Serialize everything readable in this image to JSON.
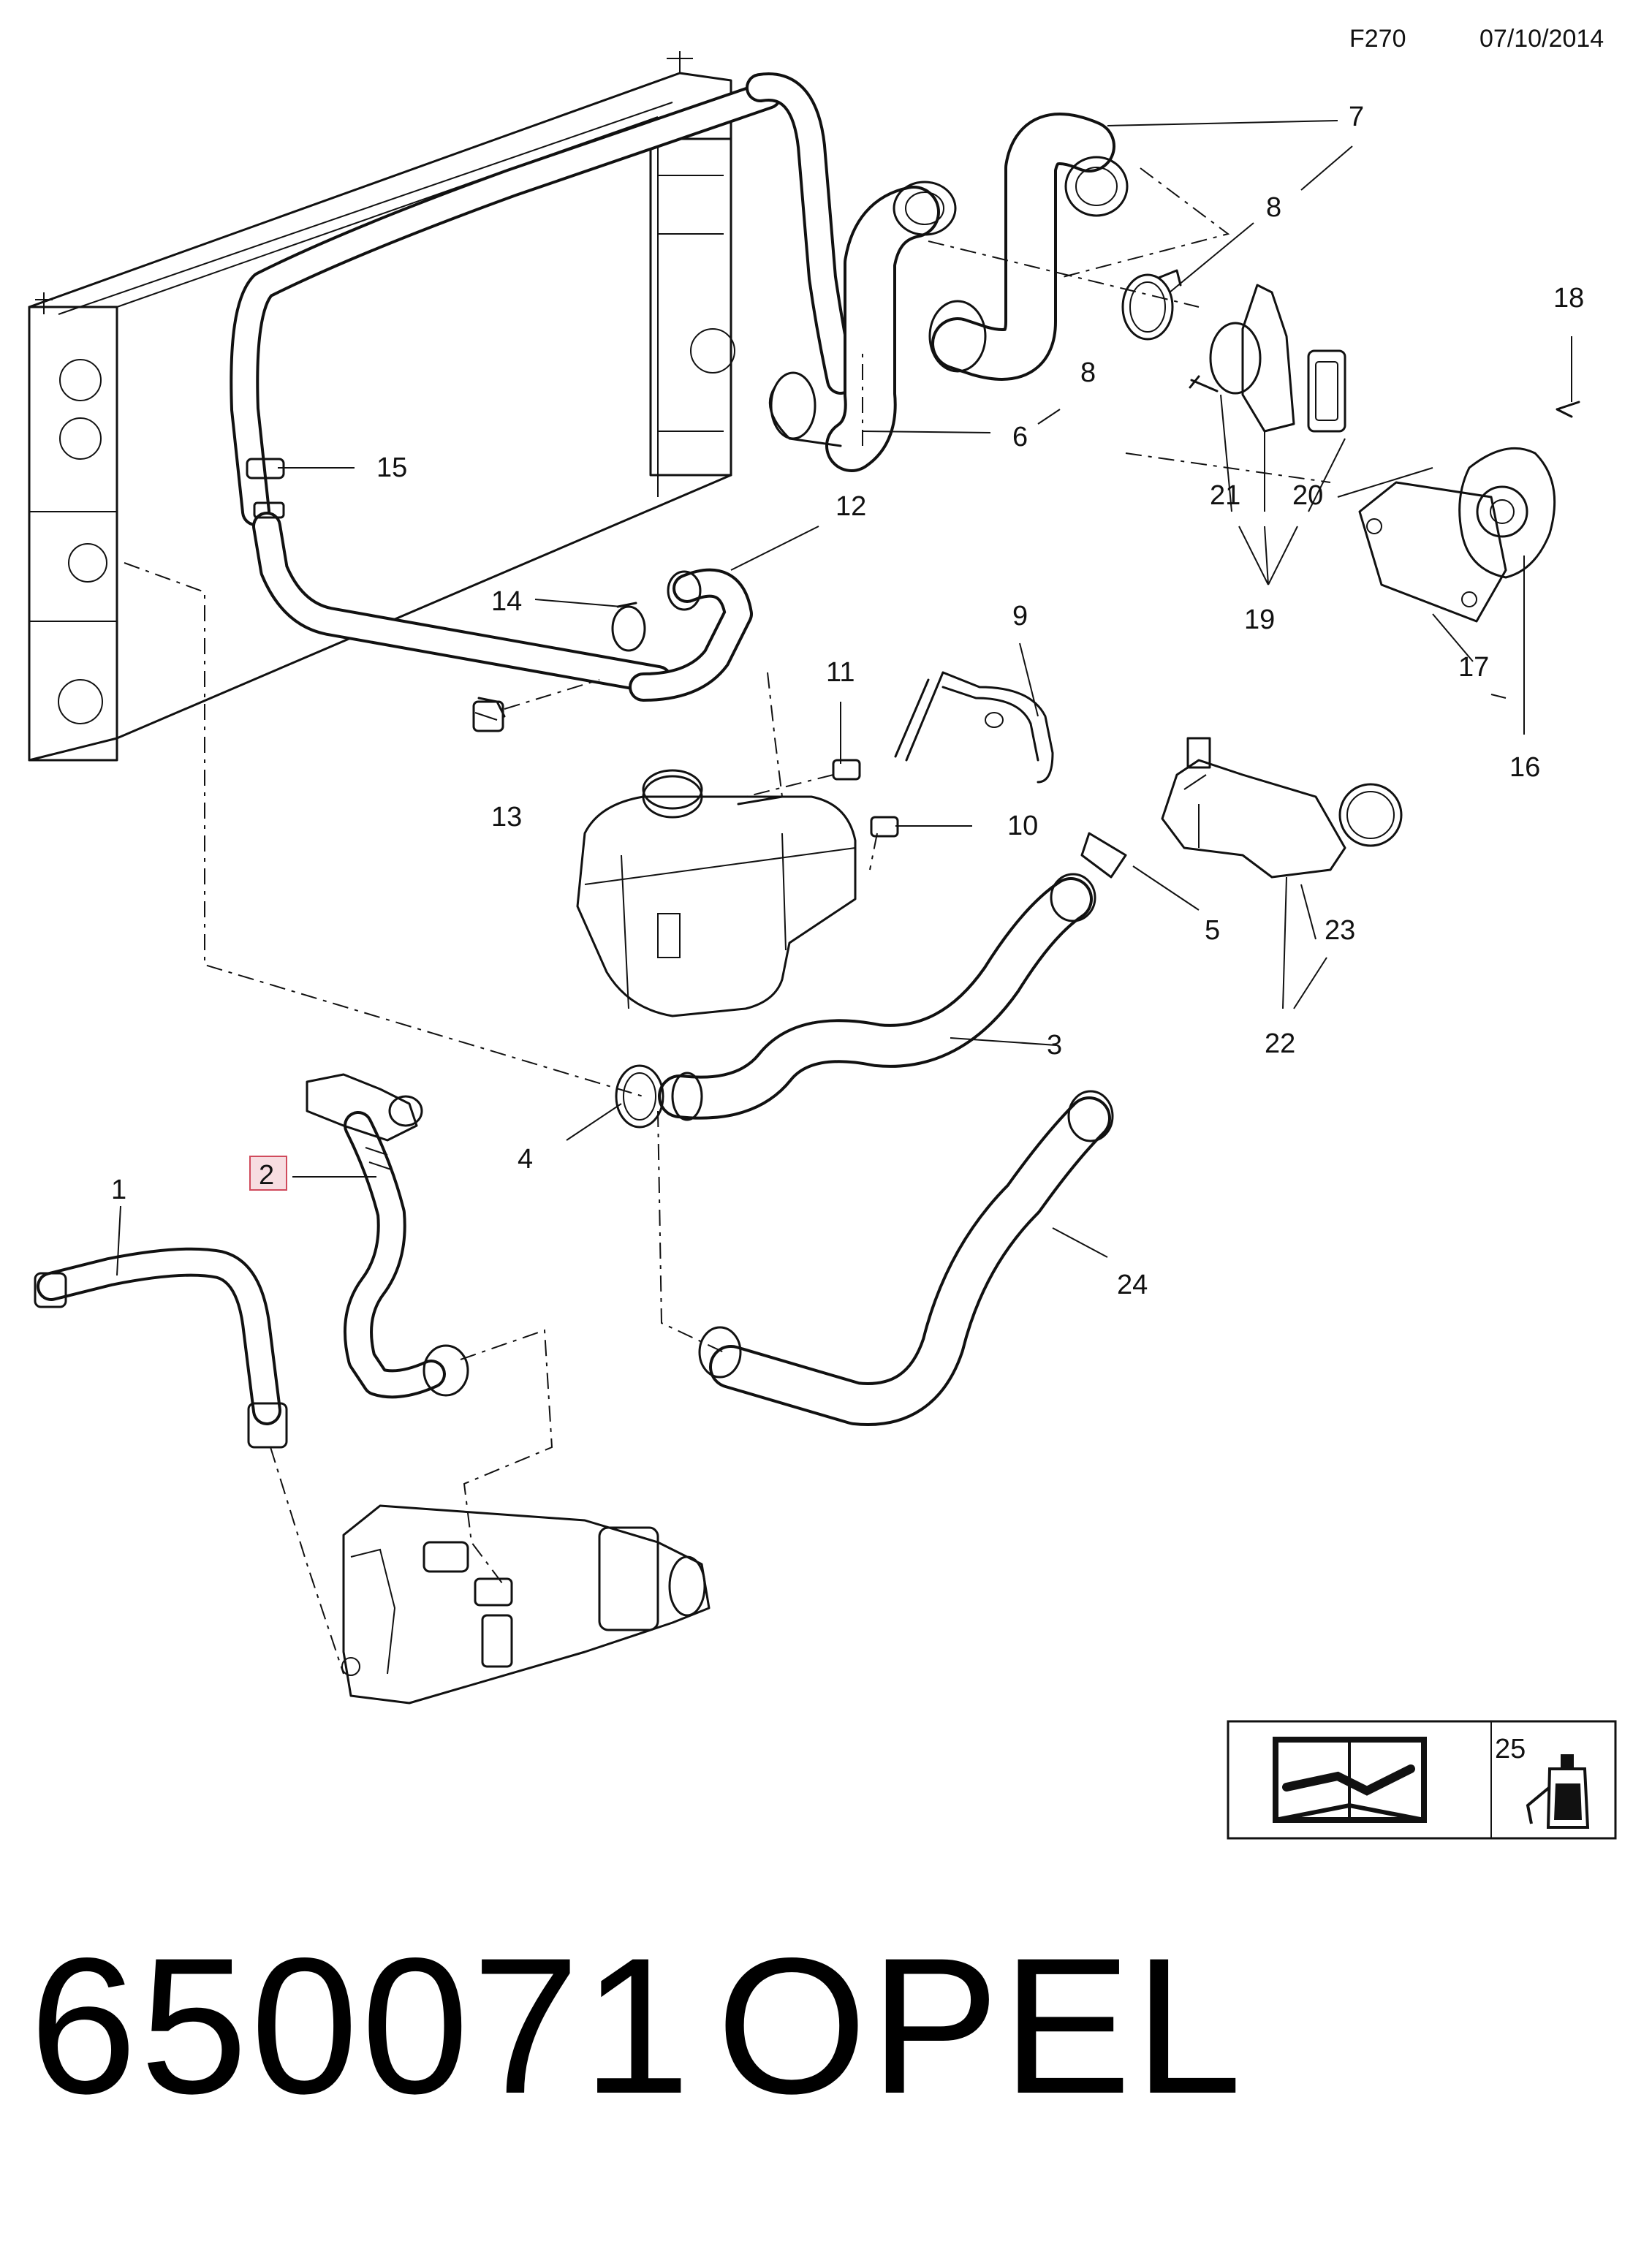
{
  "header": {
    "code": "F270",
    "date": "07/10/2014"
  },
  "callouts": [
    "1",
    "2",
    "3",
    "4",
    "5",
    "6",
    "7",
    "8",
    "9",
    "10",
    "11",
    "12",
    "13",
    "14",
    "15",
    "16",
    "17",
    "18",
    "19",
    "20",
    "21",
    "22",
    "23",
    "24",
    "25"
  ],
  "highlighted_callout": "2",
  "footer": {
    "part_number": "650071",
    "brand": "OPEL"
  },
  "icons": [
    "repair-manual-icon",
    "sealant-tube-icon"
  ],
  "colors": {
    "line": "#111111",
    "highlight_border": "#d04a5c",
    "highlight_fill": "#f7dde1"
  }
}
